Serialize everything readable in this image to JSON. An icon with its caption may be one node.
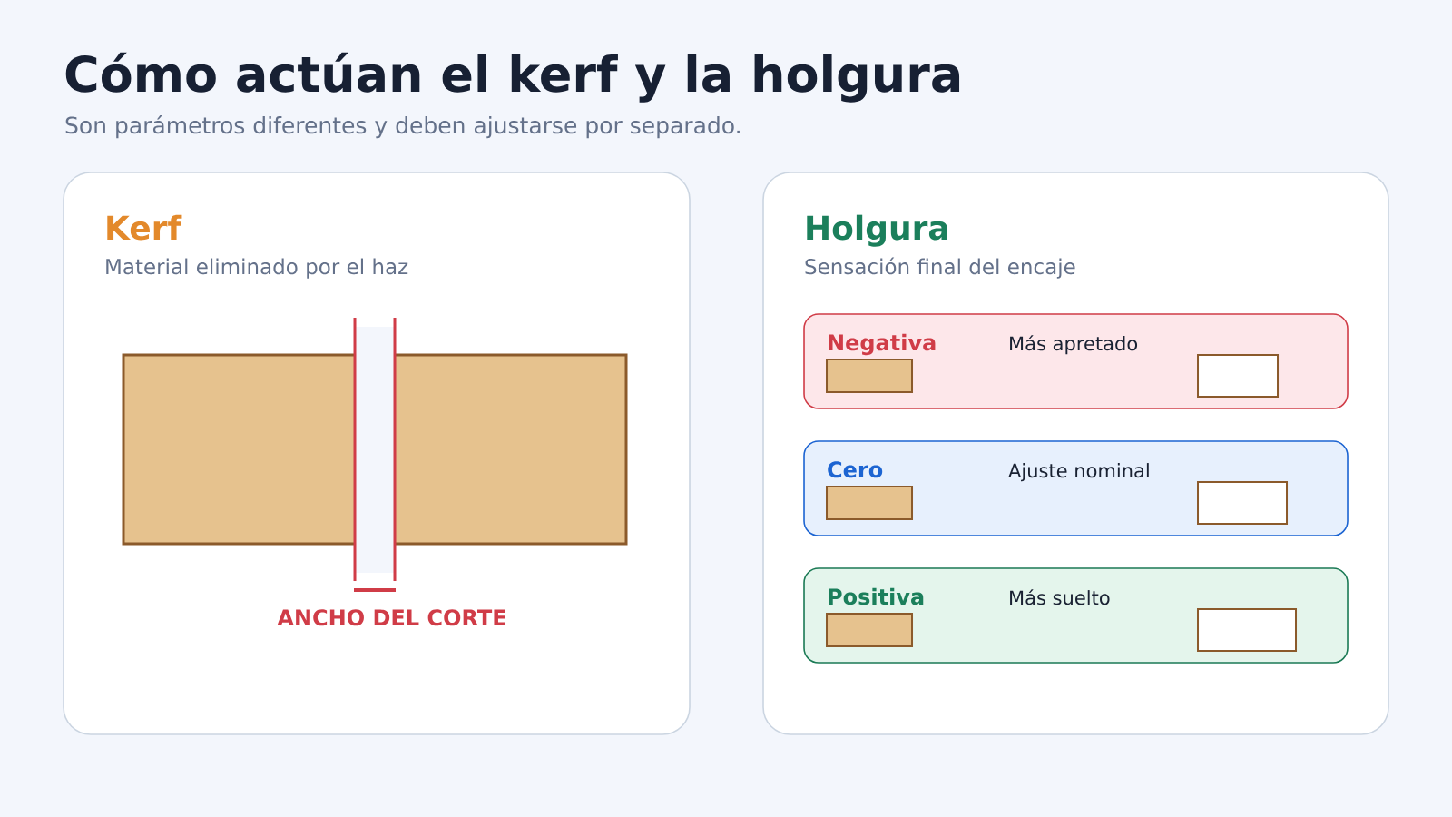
{
  "diagram": {
    "title": "Cómo actúan el kerf y la holgura",
    "nodes": [
      {
        "text": [
          "Kerf",
          "Material eliminado por el haz"
        ]
      },
      {
        "text": [
          "Holgura",
          "Sensación final del encaje"
        ]
      },
      {
        "text": [
          "Negativa",
          "Más apretado"
        ],
        "in": 1
      },
      {
        "text": [
          "Cero",
          "Ajuste nominal"
        ],
        "in": 1
      },
      {
        "text": [
          "Positiva",
          "Más suelto"
        ],
        "in": 1
      }
    ],
    "labels": [
      "Son parámetros diferentes y deben ajustarse por separado.",
      "ANCHO DEL CORTE"
    ]
  }
}
